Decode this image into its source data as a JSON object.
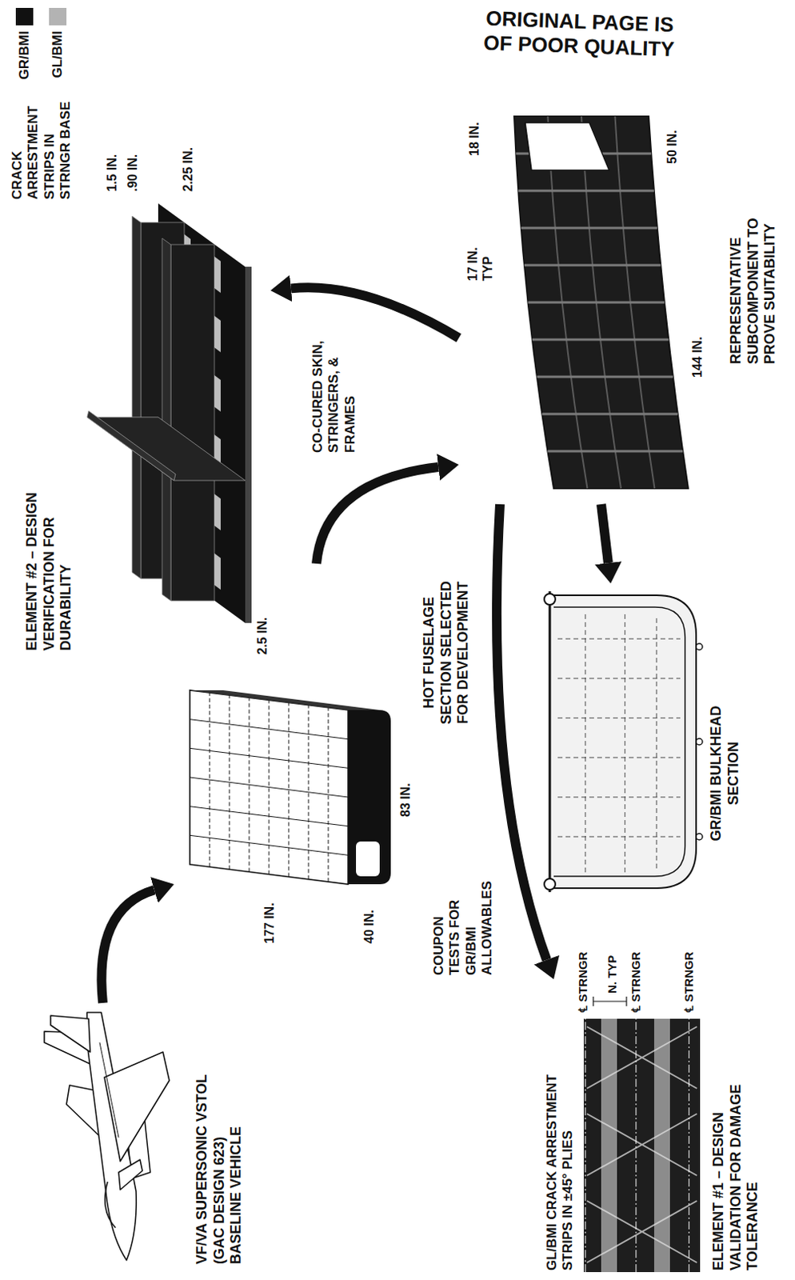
{
  "diagram": {
    "nodes": [
      {
        "text": [
          "VF/VA SUPERSONIC VSTOL (GAC DESIGN 623) BASELINE VEHICLE"
        ]
      },
      {
        "text": [
          "HOT FUSELAGE SECTION SELECTED FOR DEVELOPMENT"
        ]
      },
      {
        "text": [
          "ELEMENT #2 – DESIGN VERIFICATION FOR DURABILITY"
        ]
      },
      {
        "text": [
          "REPRESENTATIVE SUBCOMPONENT TO PROVE SUITABILITY"
        ]
      },
      {
        "text": [
          "GR/BMI BULKHEAD SECTION"
        ]
      },
      {
        "text": [
          "ELEMENT #1 – DESIGN VALIDATION FOR DAMAGE TOLERANCE"
        ]
      }
    ],
    "edges": [
      {
        "from": 0,
        "to": 1,
        "arrow": "to"
      },
      {
        "from": 1,
        "to": 3,
        "arrow": "to"
      },
      {
        "from": 3,
        "to": 2,
        "arrow": "to"
      },
      {
        "from": 3,
        "to": 4,
        "arrow": "to"
      },
      {
        "from": 3,
        "to": 5,
        "arrow": "to"
      }
    ],
    "labels": [
      "ORIGINAL PAGE IS OF POOR QUALITY",
      "CRACK ARRESTMENT STRIPS IN STRNGR BASE",
      "1.5 IN.",
      ".90 IN.",
      "2.25 IN.",
      "2.5 IN.",
      "CO-CURED SKIN, STRINGERS, & FRAMES",
      "18 IN.",
      "17 IN. TYP",
      "50 IN.",
      "144 IN.",
      "177 IN.",
      "40 IN.",
      "83 IN.",
      "COUPON TESTS FOR GR/BMI ALLOWABLES",
      "GL/BMI CRACK ARRESTMENT STRIPS IN ±45° PLIES",
      "℄ STRNGR",
      "N. TYP",
      "℄ STRNGR",
      "℄ STRNGR"
    ],
    "legend": [
      {
        "text": "GR/BMI",
        "color": "#111111"
      },
      {
        "text": "GL/BMI",
        "color": "#b3b3b3"
      }
    ]
  }
}
